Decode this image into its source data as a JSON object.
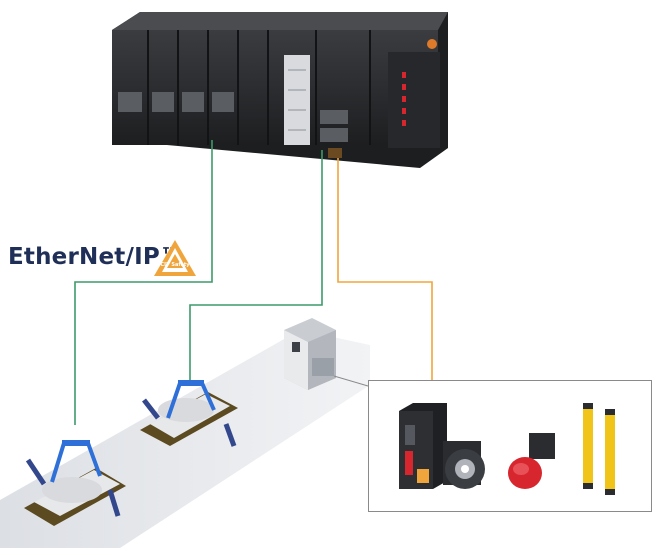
{
  "logo": {
    "ethernet_text": "EtherNet/IP",
    "trademark": "™",
    "cip_badge_text": "CIP Safety"
  },
  "colors": {
    "green_link": "#3d9a6a",
    "orange_link": "#f0a53c",
    "plc_body": "#2b2d30",
    "floor": "#e4e6ea",
    "robot_blue": "#2f6fd8",
    "safety_yellow": "#f0c419",
    "stop_red": "#d7262d"
  },
  "nodes": [
    {
      "name": "controller-rack",
      "type": "PLC controller"
    },
    {
      "name": "robot-station-1",
      "type": "assembly cell"
    },
    {
      "name": "robot-station-2",
      "type": "assembly cell"
    },
    {
      "name": "gateway-cabinet",
      "type": "network device"
    },
    {
      "name": "servo-drive",
      "type": "servo drive"
    },
    {
      "name": "servo-motor",
      "type": "servo motor"
    },
    {
      "name": "emergency-stop",
      "type": "emergency stop switch"
    },
    {
      "name": "light-curtain",
      "type": "safety light curtain"
    }
  ],
  "links": [
    {
      "from": "controller-rack",
      "to": "robot-station-1",
      "kind": "ethernet"
    },
    {
      "from": "controller-rack",
      "to": "robot-station-2",
      "kind": "ethernet"
    },
    {
      "from": "controller-rack",
      "to": "device-group",
      "kind": "safety"
    }
  ]
}
